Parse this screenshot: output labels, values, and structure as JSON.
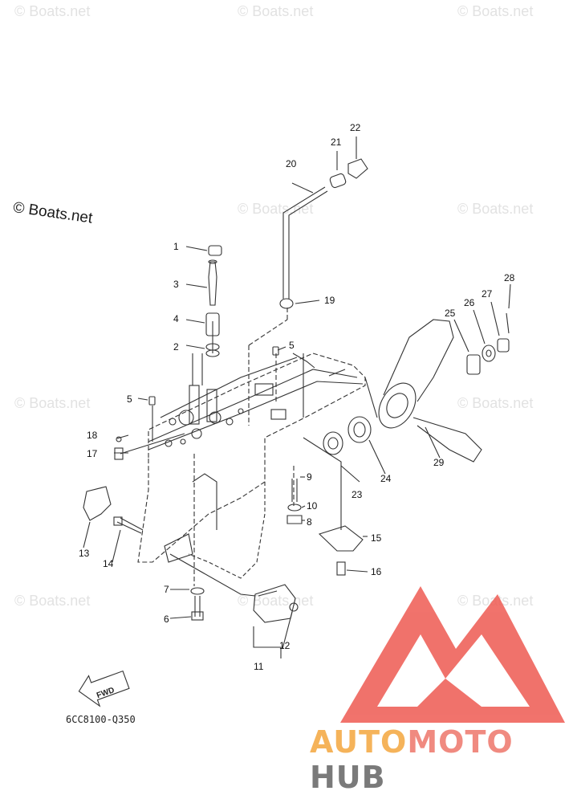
{
  "watermarks": [
    "© Boats.net",
    "© Boats.net",
    "© Boats.net",
    "© Boats.net",
    "© Boats.net",
    "© Boats.net",
    "© Boats.net",
    "© Boats.net",
    "© Boats.net",
    "© Boats.net"
  ],
  "copyright": "© Boats.net",
  "part_code": "6CC8100-Q350",
  "fwd_label": "FWD",
  "callouts": [
    "1",
    "2",
    "3",
    "4",
    "5",
    "5",
    "6",
    "7",
    "8",
    "9",
    "10",
    "11",
    "12",
    "13",
    "14",
    "15",
    "16",
    "17",
    "18",
    "19",
    "20",
    "21",
    "22",
    "23",
    "24",
    "25",
    "26",
    "27",
    "28",
    "29"
  ],
  "brand": {
    "part_orange": "AUTO",
    "part_salmon": "MOTO",
    "part_gray": "HUB",
    "colors": {
      "orange": "#f5b35a",
      "salmon": "#f08a80",
      "gray": "#7a7a7a",
      "logo_red": "#ee5a52"
    }
  }
}
